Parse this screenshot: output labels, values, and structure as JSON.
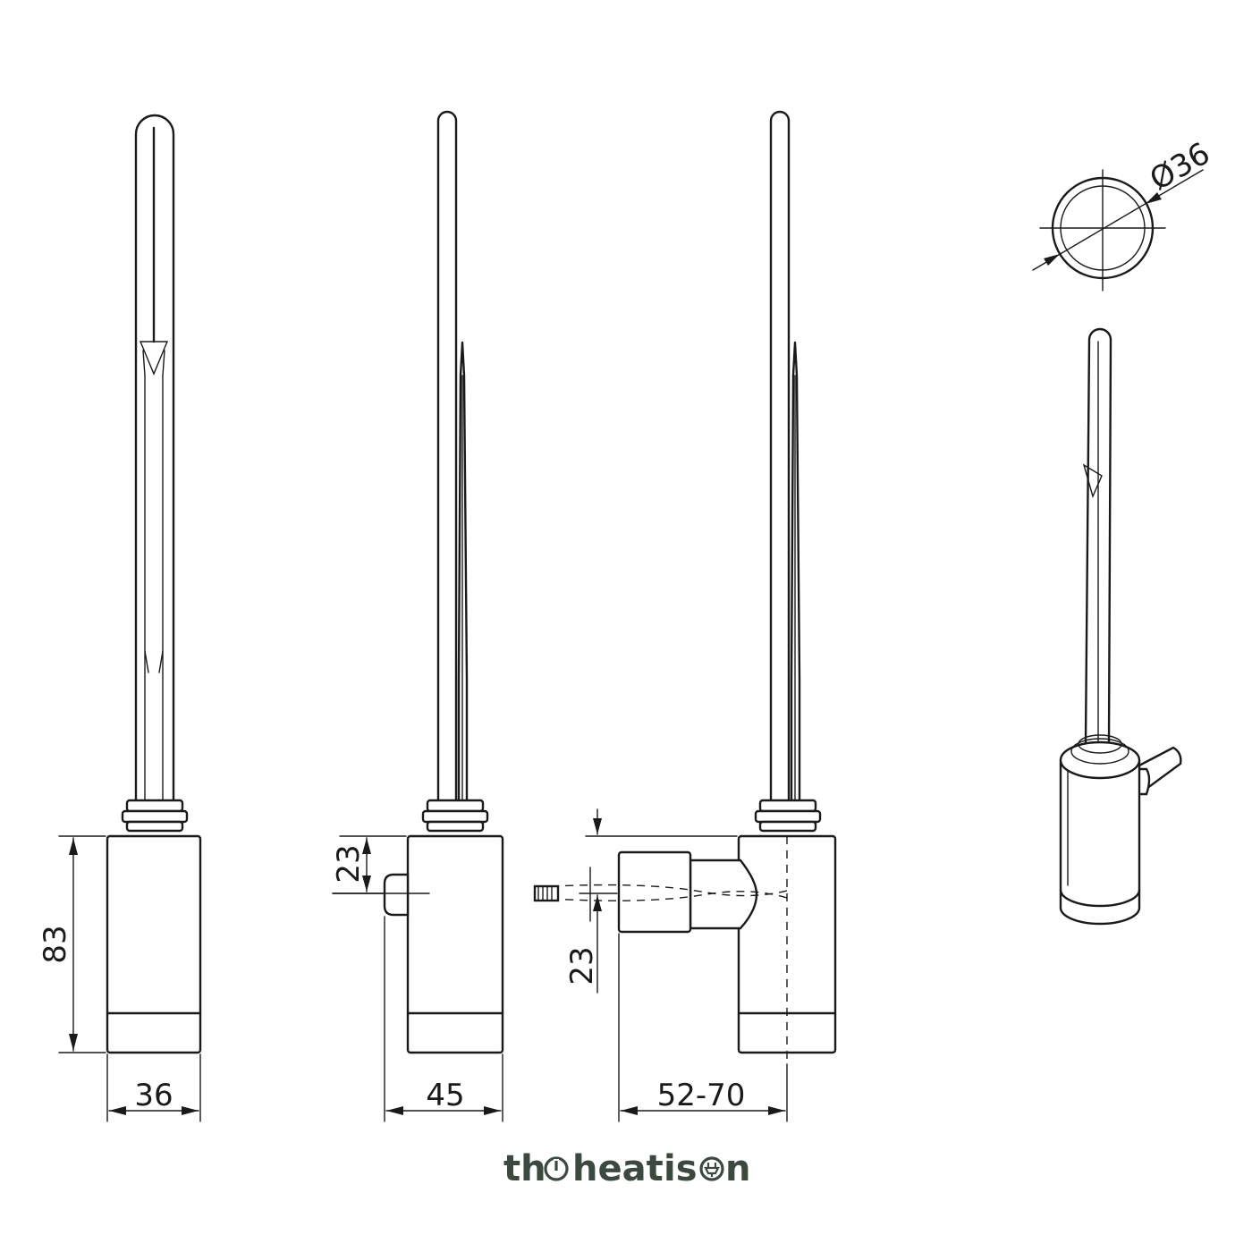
{
  "dimensions": {
    "front_height": "83",
    "front_width": "36",
    "side_offset": "23",
    "side_width": "45",
    "ext_offset": "23",
    "ext_width": "52-70",
    "top_diameter": "Ø36"
  },
  "brand": {
    "logo_word_1": "th",
    "logo_word_2": "heat",
    "logo_word_3": "is",
    "logo_word_4": "n",
    "color": "#3b4a3f"
  },
  "colors": {
    "line": "#1a1a1a",
    "background": "#ffffff"
  }
}
